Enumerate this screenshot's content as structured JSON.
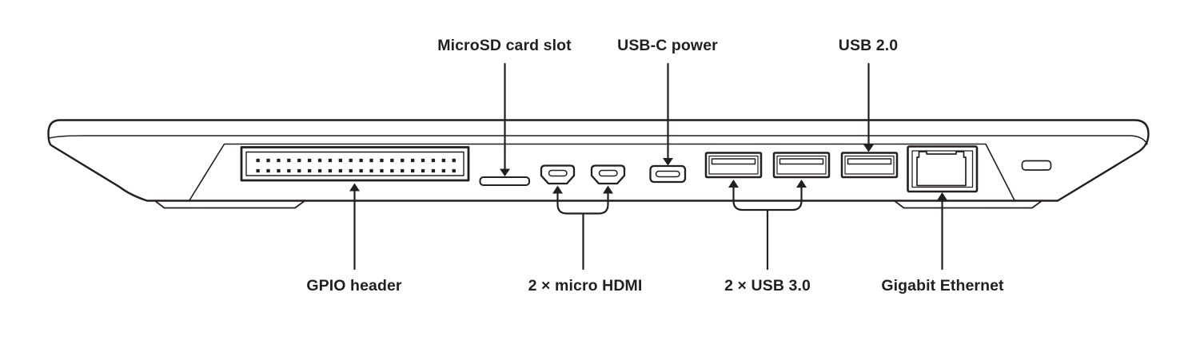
{
  "colors": {
    "line": "#231f20",
    "text": "#231f20",
    "background": "#ffffff"
  },
  "callouts": {
    "top": [
      {
        "id": "microsd-card-slot",
        "text": "MicroSD card slot"
      },
      {
        "id": "usb-c-power",
        "text": "USB-C power"
      },
      {
        "id": "usb-2-0",
        "text": "USB 2.0"
      }
    ],
    "bottom": [
      {
        "id": "gpio-header",
        "text": "GPIO header"
      },
      {
        "id": "micro-hdmi",
        "text": "2 × micro HDMI"
      },
      {
        "id": "usb-3-0",
        "text": "2 × USB 3.0"
      },
      {
        "id": "gigabit-ethernet",
        "text": "Gigabit Ethernet"
      }
    ]
  },
  "ports": [
    {
      "id": "gpio-header",
      "label": "GPIO header",
      "count": 1
    },
    {
      "id": "microsd-card-slot",
      "label": "MicroSD card slot",
      "count": 1
    },
    {
      "id": "micro-hdmi",
      "label": "2 × micro HDMI",
      "count": 2
    },
    {
      "id": "usb-c-power",
      "label": "USB-C power",
      "count": 1
    },
    {
      "id": "usb-3-0",
      "label": "2 × USB 3.0",
      "count": 2
    },
    {
      "id": "usb-2-0",
      "label": "USB 2.0",
      "count": 1
    },
    {
      "id": "gigabit-ethernet",
      "label": "Gigabit Ethernet",
      "count": 1
    }
  ]
}
